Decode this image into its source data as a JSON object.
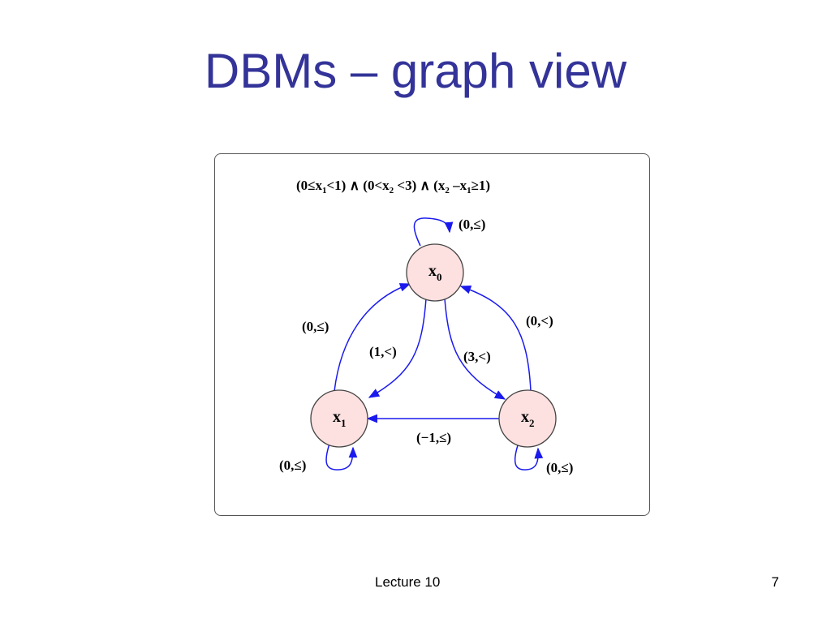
{
  "slide": {
    "title": "DBMs – graph view",
    "footer": "Lecture 10",
    "page_number": "7"
  },
  "diagram": {
    "constraint": {
      "p1": "(0≤x",
      "s1": "1",
      "p2": "<1) ∧ (0<x",
      "s2": "2",
      "p3": " <3) ∧ (x",
      "s3": "2",
      "p4": " –x",
      "s4": "1",
      "p5": "≥1)"
    },
    "nodes": [
      {
        "name": "x",
        "sub": "0"
      },
      {
        "name": "x",
        "sub": "1"
      },
      {
        "name": "x",
        "sub": "2"
      }
    ],
    "edges": {
      "loop_x0": "(0,≤)",
      "x1_to_x0": "(0,≤)",
      "x0_to_x1": "(1,<)",
      "x0_to_x2": "(3,<)",
      "x2_to_x0": "(0,<)",
      "x2_to_x1": "(−1,≤)",
      "loop_x1": "(0,≤)",
      "loop_x2": "(0,≤)"
    },
    "colors": {
      "node_fill": "#fde0e0",
      "edge": "#1a1aee",
      "title": "#333399"
    }
  }
}
